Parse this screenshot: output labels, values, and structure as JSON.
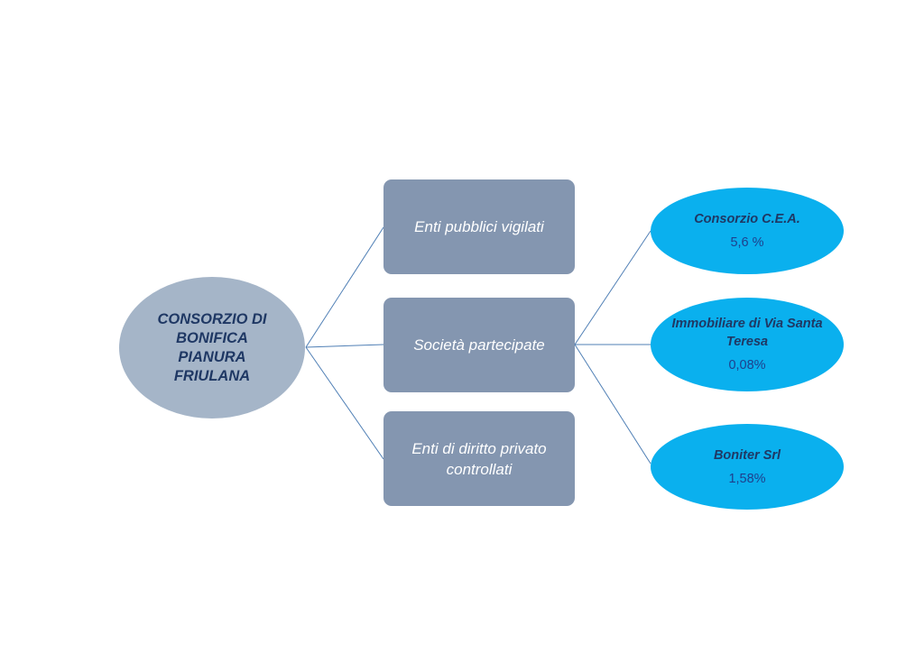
{
  "root": {
    "label": "CONSORZIO DI BONIFICA PIANURA FRIULANA"
  },
  "categories": [
    {
      "label": "Enti pubblici vigilati"
    },
    {
      "label": "Società partecipate"
    },
    {
      "label": "Enti di diritto privato controllati"
    }
  ],
  "participations": [
    {
      "name": "Consorzio C.E.A.",
      "share": "5,6 %"
    },
    {
      "name": "Immobiliare di Via Santa Teresa",
      "share": "0,08%"
    },
    {
      "name": "Boniter Srl",
      "share": "1,58%"
    }
  ],
  "colors": {
    "root_fill": "#a5b5c8",
    "box_fill": "#8496b0",
    "ellipse_fill": "#0ab0ee",
    "text_dark": "#1f3864",
    "connector": "#4f7fb5"
  }
}
